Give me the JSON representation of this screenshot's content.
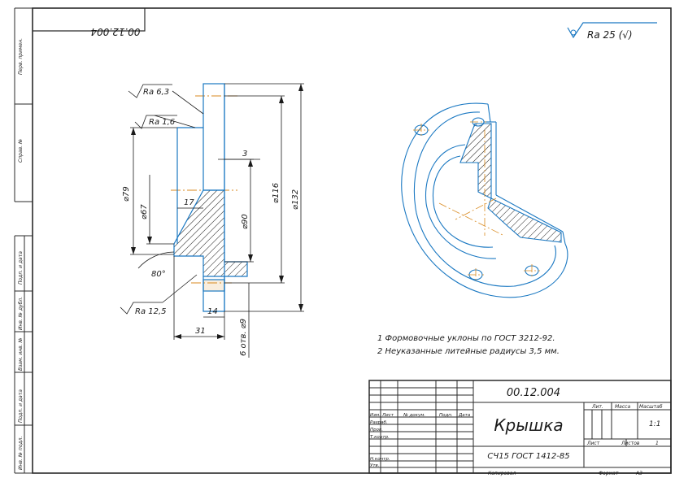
{
  "drawing": {
    "number": "00.12.004",
    "number_mirrored": "00.12.004",
    "title": "Крышка",
    "material": "СЧ15 ГОСТ 1412-85",
    "scale": "1:1",
    "sheets": "1",
    "surface_finish_default": "Ra 25 (√)"
  },
  "notes": [
    "1 Формовочные уклоны по ГОСТ 3212-92.",
    "2 Неуказанные литейные радиусы 3,5 мм."
  ],
  "side_strip": [
    "Перв. примен.",
    "Справ. №",
    "Подп. и дата",
    "Инв. № дубл.",
    "Взам. инв. №",
    "Подп. и дата",
    "Инв. № подл."
  ],
  "dimensions": {
    "d132": "⌀132",
    "d116": "⌀116",
    "d90": "⌀90",
    "d79": "⌀79",
    "d67": "⌀67",
    "holes": "6 отв. ⌀9",
    "w31": "31",
    "w17": "17",
    "w14": "14",
    "w3": "3",
    "angle": "80°"
  },
  "roughness": {
    "r1": "Ra 6,3",
    "r2": "Ra 1,6",
    "r3": "Ra 12,5"
  },
  "title_block": {
    "headers": [
      "Изм.",
      "Лист",
      "№ докум.",
      "Подп.",
      "Дата"
    ],
    "rows": [
      "Разраб.",
      "Пров.",
      "Т.контр.",
      "Н.контр.",
      "Утв."
    ],
    "lit_label": "Лит.",
    "mass_label": "Масса",
    "scale_label": "Масштаб",
    "sheet_label": "Лист",
    "sheets_label": "Листов",
    "copied": "Копировал",
    "format": "Формат",
    "format_value": "A3"
  },
  "colors": {
    "frame": "#2a2a2a",
    "part": "#1a78c2",
    "axis": "#d98a1f",
    "hatch": "#1a1a1a",
    "dim": "#1a1a1a"
  }
}
